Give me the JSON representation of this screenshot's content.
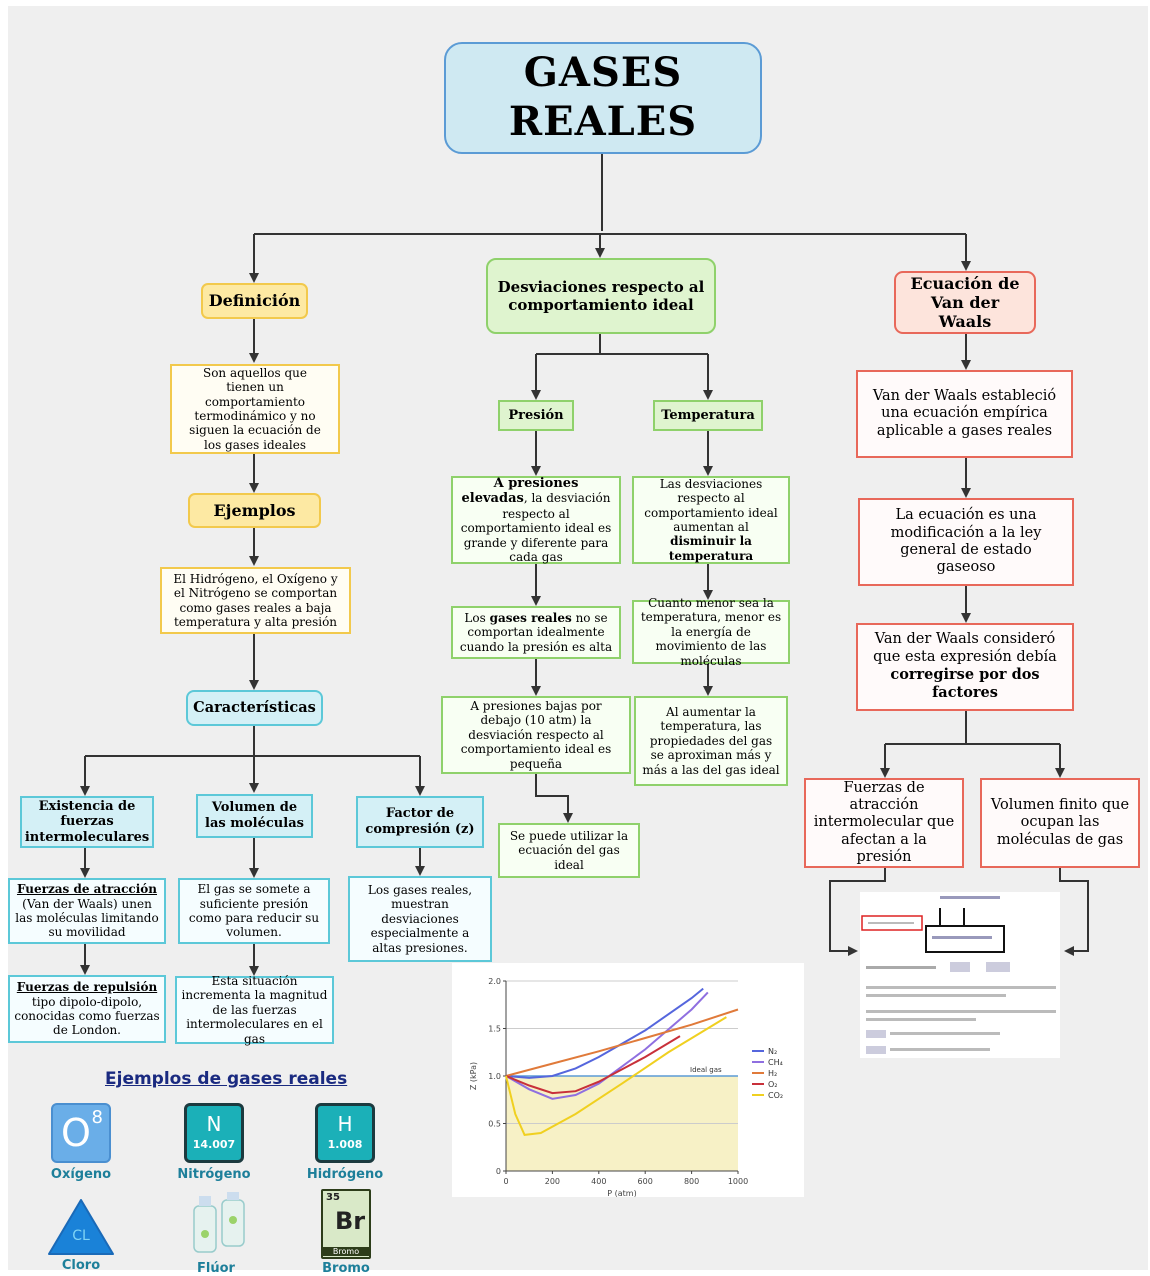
{
  "title": "GASES REALES",
  "branches": {
    "definicion": {
      "header": "Definición",
      "text": "Son aquellos que tienen un comportamiento termodinámico y no siguen la ecuación de los gases ideales",
      "ejemplos_header": "Ejemplos",
      "ejemplos_text": "El Hidrógeno, el Oxígeno y el Nitrógeno se comportan como gases reales a baja temperatura y alta presión",
      "caracteristicas_header": "Características",
      "cols": [
        {
          "header": "Existencia de fuerzas intermoleculares",
          "b1_head": "Fuerzas de atracción",
          "b1_text": "(Van der Waals) unen las moléculas limitando su movilidad",
          "b2_head": "Fuerzas de repulsión",
          "b2_text": "tipo dipolo-dipolo, conocidas como fuerzas de London."
        },
        {
          "header": "Volumen de las moléculas",
          "b1_text": "El gas se somete a suficiente presión como para reducir su volumen.",
          "b2_text": "Esta situación incrementa la magnitud de las fuerzas intermoleculares en el gas"
        },
        {
          "header": "Factor de compresión (z)",
          "b1_text": "Los gases reales, muestran desviaciones especialmente a altas presiones."
        }
      ]
    },
    "desviaciones": {
      "header": "Desviaciones respecto al comportamiento ideal",
      "presion": {
        "header": "Presión",
        "t1_bold": "A presiones elevadas",
        "t1_rest": ", la desviación respecto al comportamiento ideal es grande y diferente para cada gas",
        "t2_pre": "Los ",
        "t2_bold": "gases reales",
        "t2_rest": " no se comportan idealmente cuando la presión es alta",
        "t3": "A presiones bajas por debajo (10 atm) la desviación respecto al comportamiento ideal es pequeña",
        "t4": "Se puede utilizar la ecuación del gas ideal"
      },
      "temperatura": {
        "header": "Temperatura",
        "t1_pre": "Las desviaciones respecto al comportamiento ideal aumentan al ",
        "t1_bold": "disminuir la temperatura",
        "t2": "Cuanto menor sea la temperatura, menor es la energía de movimiento de las moléculas",
        "t3": "Al aumentar la temperatura, las propiedades del gas se aproximan más y más a las del gas ideal"
      }
    },
    "vanderwaals": {
      "header": "Ecuación de Van der Waals",
      "t1": "Van der Waals estableció una ecuación empírica aplicable a gases reales",
      "t2": "La ecuación es una modificación a la ley general de estado gaseoso",
      "t3_pre": "Van der Waals consideró que esta expresión debía ",
      "t3_bold": "corregirse por dos factores",
      "f1": "Fuerzas de atracción intermolecular que afectan a la presión",
      "f2": "Volumen finito que ocupan las moléculas de gas"
    }
  },
  "examples": {
    "title": "Ejemplos de gases reales",
    "items": [
      {
        "label": "Oxígeno",
        "symbol": "O",
        "number": "8"
      },
      {
        "label": "Nitrógeno",
        "symbol": "N",
        "mass": "14.007"
      },
      {
        "label": "Hidrógeno",
        "symbol": "H",
        "mass": "1.008"
      },
      {
        "label": "Cloro",
        "symbol": "CL"
      },
      {
        "label": "Flúor"
      },
      {
        "label": "Bromo",
        "symbol": "Br",
        "number": "35",
        "name": "Bromo"
      }
    ]
  },
  "chart_data": {
    "type": "line",
    "xlabel": "P (atm)",
    "ylabel": "Z (kPa)",
    "xlim": [
      0,
      1000
    ],
    "ylim": [
      0,
      2.0
    ],
    "xticks": [
      "0",
      "200",
      "400",
      "600",
      "800",
      "1000"
    ],
    "yticks": [
      "0",
      "0.5",
      "1.0",
      "1.5",
      "2.0"
    ],
    "ideal_label": "Ideal gas",
    "series": [
      {
        "name": "N₂",
        "color": "#5566dd",
        "x": [
          0,
          100,
          200,
          300,
          400,
          600,
          800,
          850
        ],
        "y": [
          1.0,
          0.98,
          1.0,
          1.08,
          1.2,
          1.48,
          1.82,
          1.92
        ]
      },
      {
        "name": "CH₄",
        "color": "#8f6fe0",
        "x": [
          0,
          100,
          200,
          300,
          400,
          600,
          800,
          870
        ],
        "y": [
          1.0,
          0.86,
          0.76,
          0.8,
          0.92,
          1.28,
          1.7,
          1.88
        ]
      },
      {
        "name": "H₂",
        "color": "#e07a3a",
        "x": [
          0,
          200,
          400,
          600,
          800,
          1000
        ],
        "y": [
          1.0,
          1.13,
          1.26,
          1.4,
          1.54,
          1.7
        ]
      },
      {
        "name": "O₂",
        "color": "#c8303a",
        "x": [
          0,
          100,
          200,
          300,
          400,
          600,
          750
        ],
        "y": [
          1.0,
          0.9,
          0.82,
          0.84,
          0.94,
          1.2,
          1.42
        ]
      },
      {
        "name": "CO₂",
        "color": "#f0d020",
        "x": [
          0,
          40,
          80,
          150,
          300,
          500,
          700,
          950
        ],
        "y": [
          1.0,
          0.6,
          0.38,
          0.4,
          0.6,
          0.92,
          1.25,
          1.62
        ]
      }
    ]
  },
  "colors": {
    "title_fill": "#cfe9f2",
    "title_border": "#5b9bd5",
    "connector": "#333333"
  }
}
